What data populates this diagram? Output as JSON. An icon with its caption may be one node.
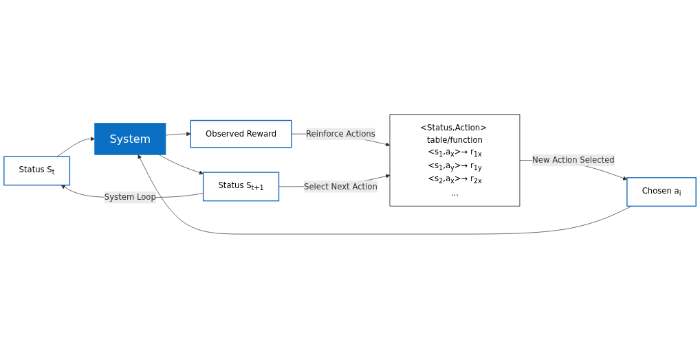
{
  "diagram": {
    "nodes": [
      {
        "text": [
          "Status S$_{t}$"
        ]
      },
      {
        "text": [
          "Chosen a$_{i}$"
        ]
      },
      {
        "text": [
          "System"
        ]
      },
      {
        "text": [
          "Status S$_{t+1}$"
        ]
      },
      {
        "text": [
          "Observed Reward"
        ]
      },
      {
        "text": [
          "<Status,Action> table/function",
          "<s$_{1}$,a$_{x}$>→ r$_{1x}$",
          "<s$_{1}$,a$_{y}$>→ r$_{1y}$",
          "<s$_{2}$,a$_{x}$>→ r$_{2x}$",
          "..."
        ]
      }
    ],
    "edges": [
      {
        "from": 0,
        "to": 2,
        "arrow": "to"
      },
      {
        "from": 1,
        "to": 2,
        "arrow": "to"
      },
      {
        "from": 2,
        "to": 3,
        "arrow": "to"
      },
      {
        "from": 2,
        "to": 4,
        "arrow": "to"
      },
      {
        "from": 3,
        "to": 0,
        "arrow": "to",
        "label": "System Loop"
      },
      {
        "from": 4,
        "to": 5,
        "arrow": "to",
        "label": "Reinforce Actions"
      },
      {
        "from": 3,
        "to": 5,
        "arrow": "to",
        "label": "Select Next Action"
      },
      {
        "from": 5,
        "to": 1,
        "arrow": "to",
        "label": "New Action Selected"
      }
    ]
  }
}
